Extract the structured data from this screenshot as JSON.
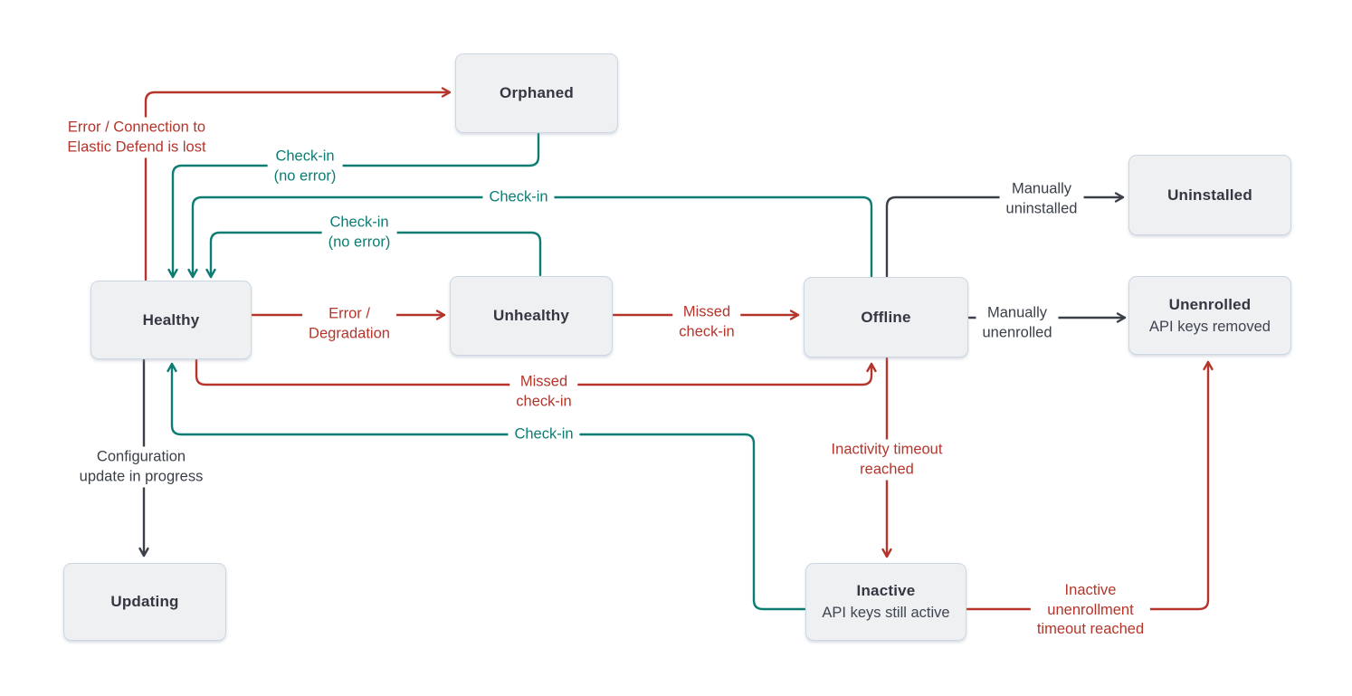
{
  "diagram": {
    "background": "#ffffff",
    "colors": {
      "error": "#b5352b",
      "success": "#0d7d73",
      "neutral": "#3a3f48",
      "boxFill": "#eef0f2",
      "boxBorder": "#ccd7e6",
      "boxText": "#343741"
    },
    "states": [
      {
        "id": "orphaned",
        "label": "Orphaned"
      },
      {
        "id": "uninstalled",
        "label": "Uninstalled"
      },
      {
        "id": "healthy",
        "label": "Healthy"
      },
      {
        "id": "unhealthy",
        "label": "Unhealthy"
      },
      {
        "id": "offline",
        "label": "Offline"
      },
      {
        "id": "unenrolled",
        "label": "Unenrolled",
        "sublabel": "API keys removed"
      },
      {
        "id": "updating",
        "label": "Updating"
      },
      {
        "id": "inactive",
        "label": "Inactive",
        "sublabel": "API keys still active"
      }
    ],
    "transitions": [
      {
        "from": "Healthy",
        "to": "Orphaned",
        "kind": "error",
        "label": "Error / Connection to\nElastic Defend is lost"
      },
      {
        "from": "Orphaned",
        "to": "Healthy",
        "kind": "success",
        "label": "Check-in\n(no error)"
      },
      {
        "from": "Offline",
        "to": "Healthy",
        "kind": "success",
        "label": "Check-in"
      },
      {
        "from": "Unhealthy",
        "to": "Healthy",
        "kind": "success",
        "label": "Check-in\n(no error)"
      },
      {
        "from": "Healthy",
        "to": "Unhealthy",
        "kind": "error",
        "label": "Error /\nDegradation"
      },
      {
        "from": "Unhealthy",
        "to": "Offline",
        "kind": "error",
        "label": "Missed\ncheck-in"
      },
      {
        "from": "Healthy",
        "to": "Offline",
        "kind": "error",
        "label": "Missed\ncheck-in"
      },
      {
        "from": "Inactive",
        "to": "Healthy",
        "kind": "success",
        "label": "Check-in"
      },
      {
        "from": "Healthy",
        "to": "Updating",
        "kind": "neutral",
        "label": "Configuration\nupdate in progress"
      },
      {
        "from": "Offline",
        "to": "Uninstalled",
        "kind": "neutral",
        "label": "Manually\nuninstalled"
      },
      {
        "from": "Offline",
        "to": "Unenrolled",
        "kind": "neutral",
        "label": "Manually\nunenrolled"
      },
      {
        "from": "Offline",
        "to": "Inactive",
        "kind": "error",
        "label": "Inactivity timeout\nreached"
      },
      {
        "from": "Inactive",
        "to": "Unenrolled",
        "kind": "error",
        "label": "Inactive\nunenrollment\ntimeout reached"
      }
    ]
  }
}
